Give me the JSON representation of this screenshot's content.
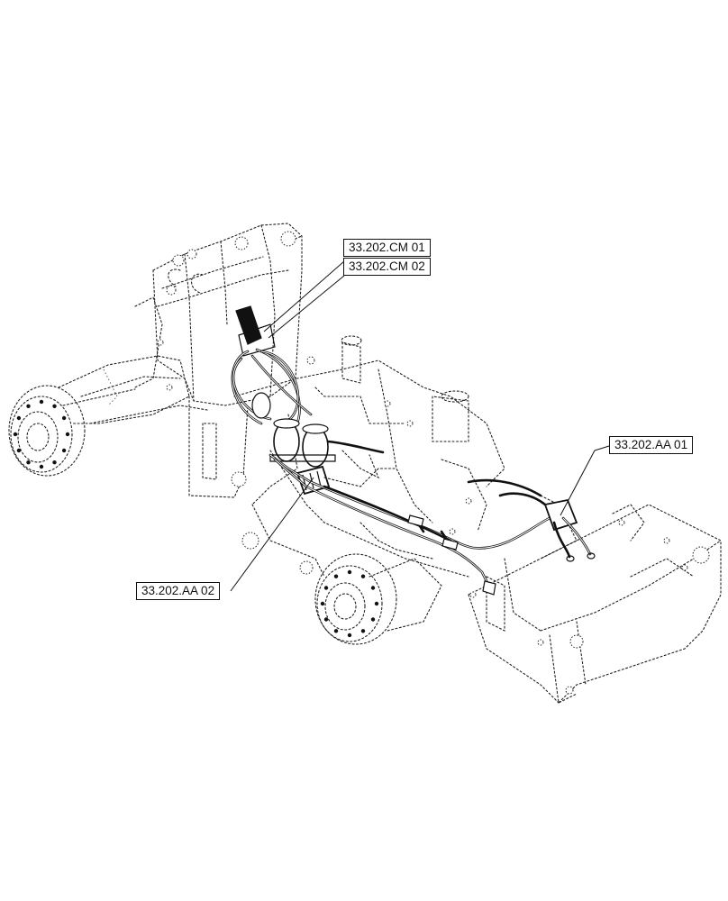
{
  "callouts": {
    "cm01": "33.202.CM 01",
    "cm02": "33.202.CM 02",
    "aa01": "33.202.AA 01",
    "aa02": "33.202.AA 02"
  },
  "colors": {
    "line": "#111111",
    "background": "#ffffff"
  }
}
